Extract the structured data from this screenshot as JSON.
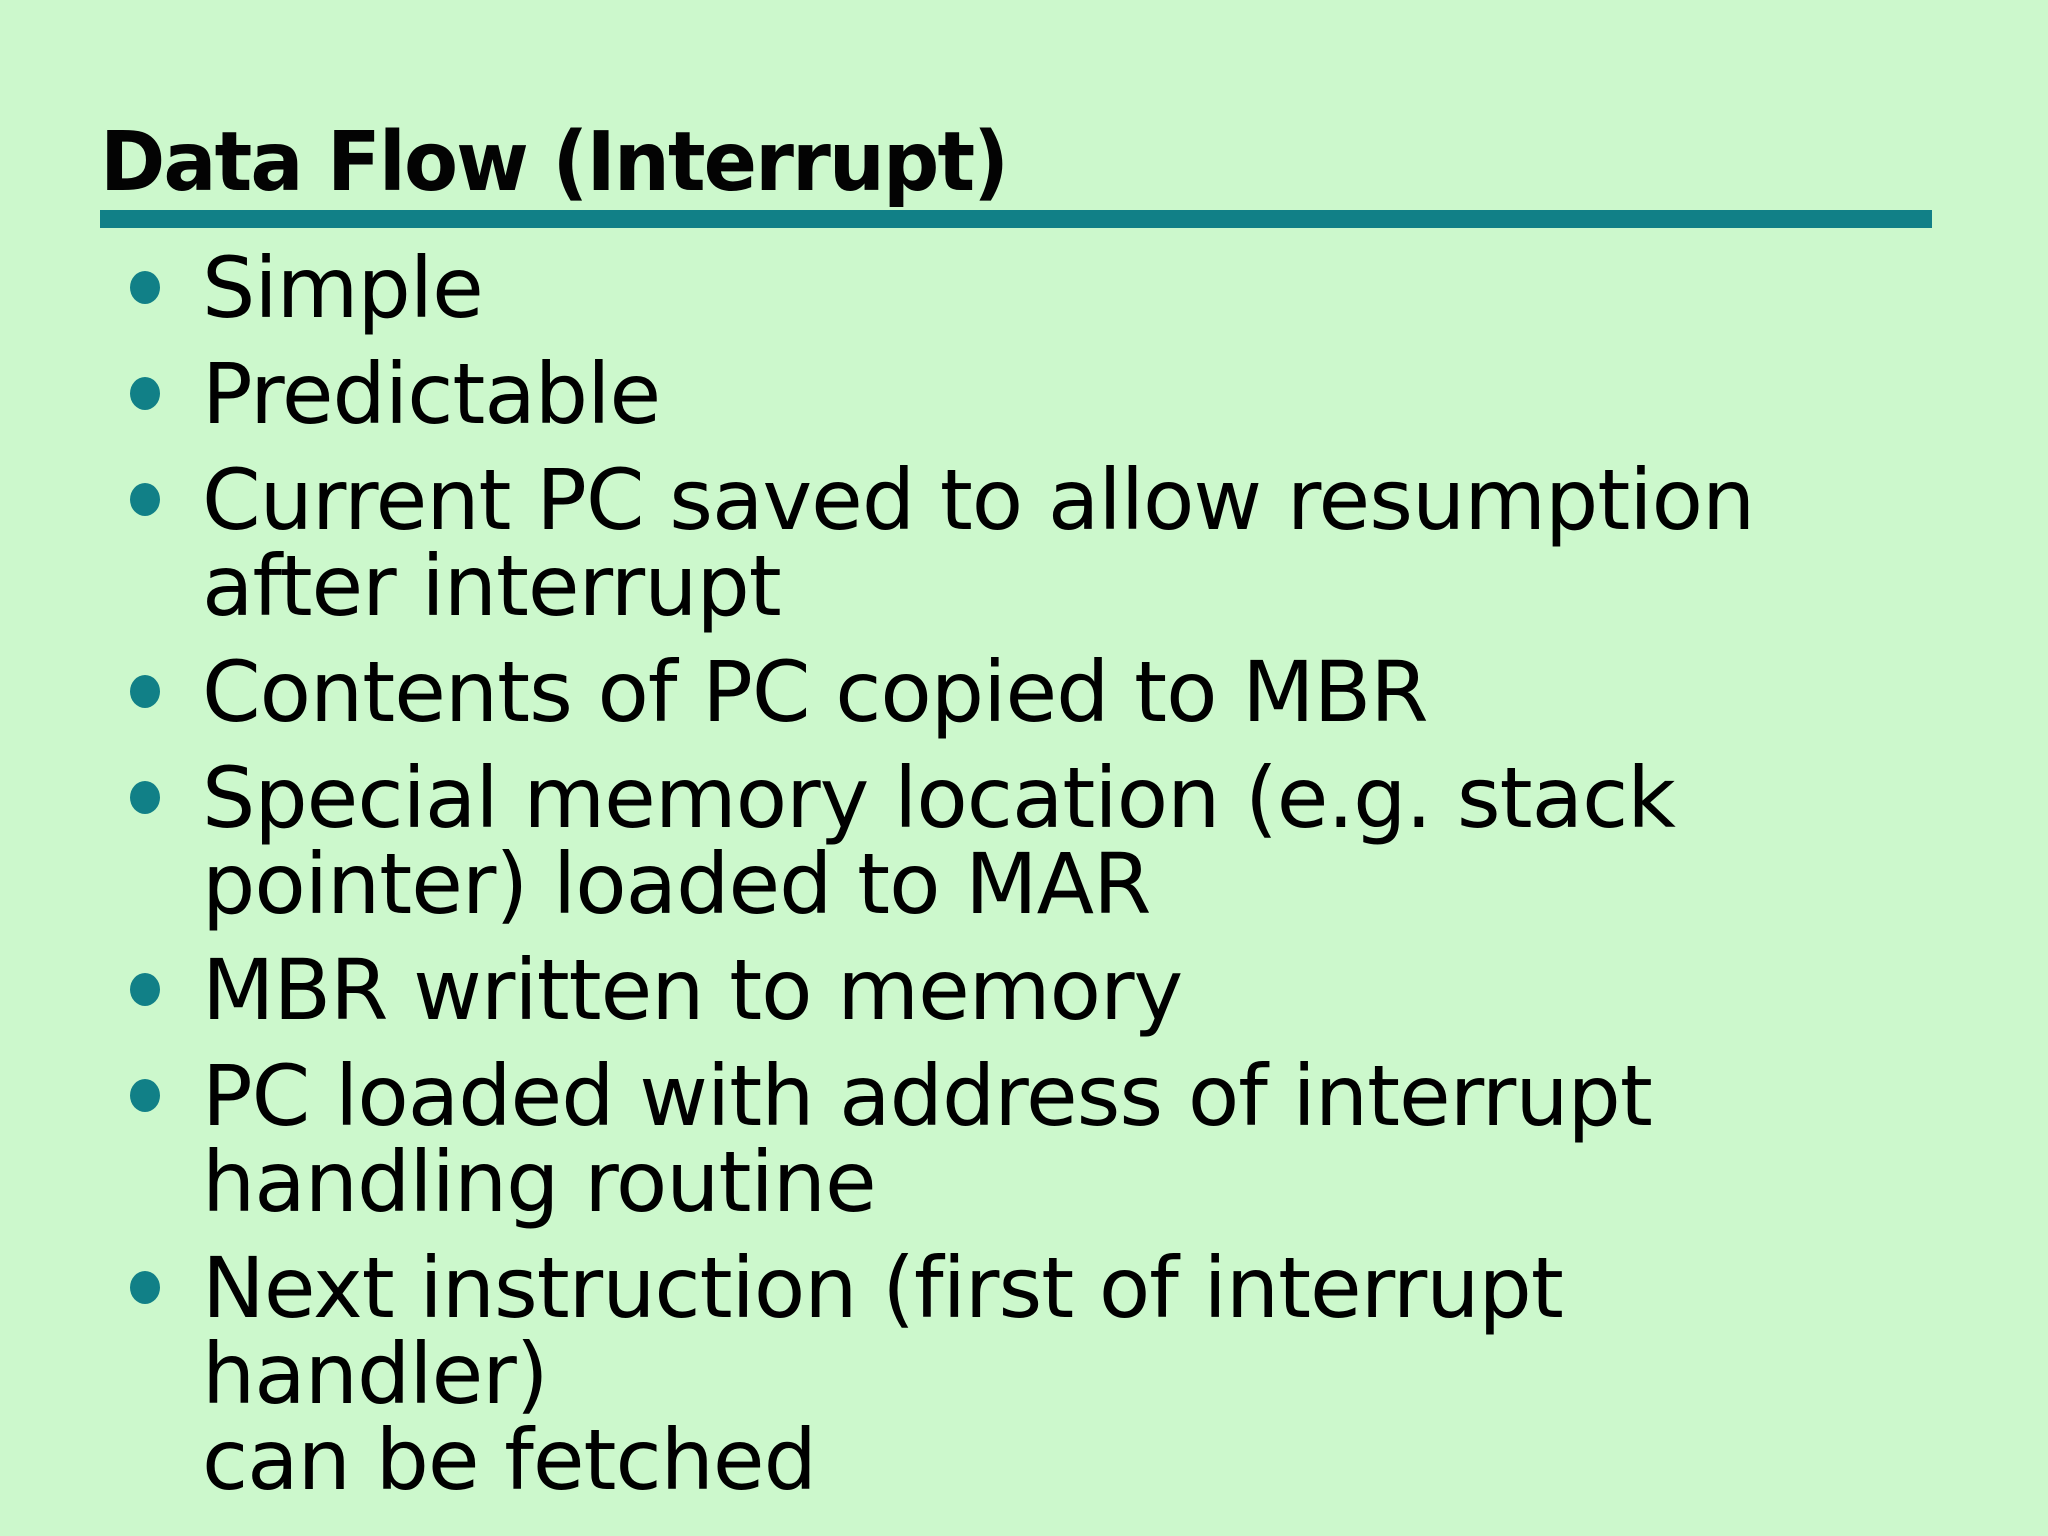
{
  "slide": {
    "title": "Data Flow (Interrupt)",
    "bullets": [
      {
        "lines": [
          "Simple"
        ]
      },
      {
        "lines": [
          "Predictable"
        ]
      },
      {
        "lines": [
          "Current PC saved to allow resumption",
          "after interrupt"
        ]
      },
      {
        "lines": [
          "Contents of PC copied to MBR"
        ]
      },
      {
        "lines": [
          "Special memory location (e.g. stack",
          "pointer) loaded to MAR"
        ]
      },
      {
        "lines": [
          "MBR written to memory"
        ]
      },
      {
        "lines": [
          "PC loaded with address of interrupt",
          "handling routine"
        ]
      },
      {
        "lines": [
          "Next instruction (first of interrupt handler)",
          "can be fetched"
        ]
      }
    ],
    "colors": {
      "background": "#CCF8CC",
      "accent": "#118087",
      "text": "#000000"
    }
  }
}
